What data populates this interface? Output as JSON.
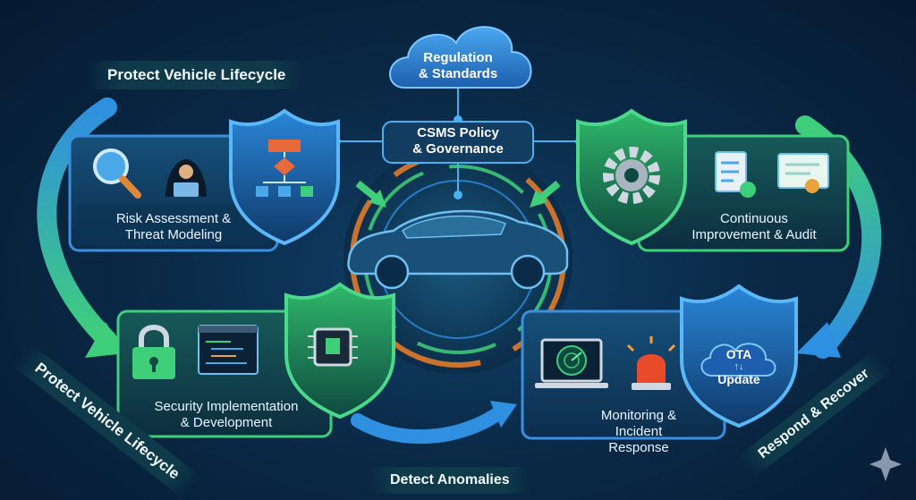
{
  "center": {
    "cloud_label_line1": "Regulation",
    "cloud_label_line2": "& Standards",
    "policy_line1": "CSMS Policy",
    "policy_line2": "& Governance"
  },
  "banners": {
    "top_left": "Protect Vehicle Lifecycle",
    "left_rotated": "Protect Vehicle Lifecycle",
    "bottom": "Detect Anomalies",
    "right_rotated": "Respond & Recover"
  },
  "panels": {
    "risk": {
      "line1": "Risk Assessment &",
      "line2": "Threat Modeling"
    },
    "improve": {
      "line1": "Continuous",
      "line2": "Improvement & Audit"
    },
    "security": {
      "line1": "Security Implementation",
      "line2": "& Development"
    },
    "monitor": {
      "line1": "Monitoring &",
      "line2": "Incident",
      "line3": "Response"
    }
  },
  "ota": {
    "line1": "OTA",
    "line2": "Update"
  },
  "colors": {
    "accent_green": "#3fcf7a",
    "accent_blue": "#3a8fe0",
    "accent_orange": "#e07a2a",
    "background": "#0a2a48"
  }
}
